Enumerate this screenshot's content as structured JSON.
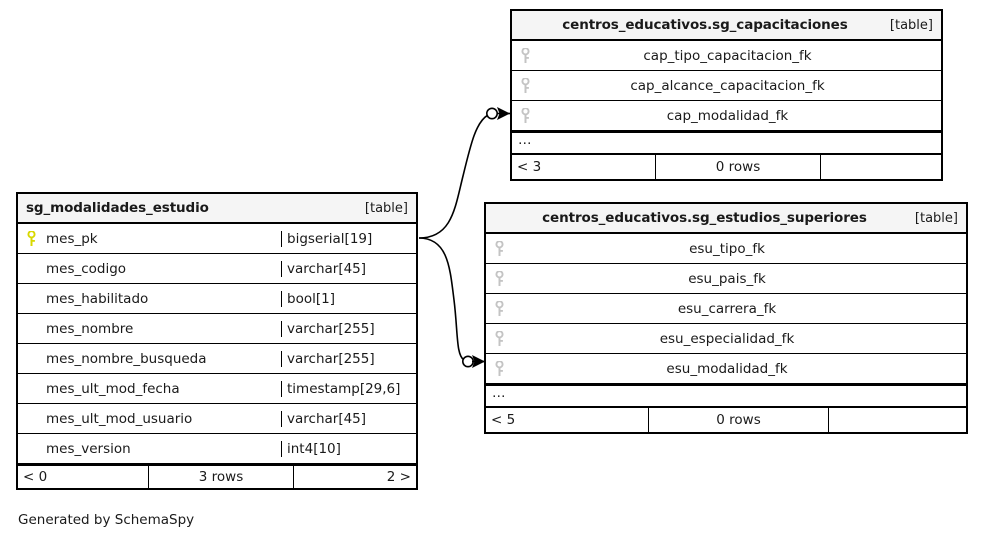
{
  "diagram": {
    "caption": "Generated by SchemaSpy",
    "table_tag": "[table]",
    "ellipsis": "…",
    "pk_icon": "key-icon",
    "fk_icon": "key-icon",
    "colors": {
      "pk_key": "#d8d800",
      "fk_key": "#c4c4c4",
      "header_bg": "#f5f5f5",
      "border": "#000000",
      "background": "#ffffff"
    }
  },
  "tables": [
    {
      "id": "main",
      "name": "sg_modalidades_estudio",
      "tag": "[table]",
      "columns": [
        {
          "name": "mes_pk",
          "type": "bigserial[19]",
          "key": "pk"
        },
        {
          "name": "mes_codigo",
          "type": "varchar[45]",
          "key": ""
        },
        {
          "name": "mes_habilitado",
          "type": "bool[1]",
          "key": ""
        },
        {
          "name": "mes_nombre",
          "type": "varchar[255]",
          "key": ""
        },
        {
          "name": "mes_nombre_busqueda",
          "type": "varchar[255]",
          "key": ""
        },
        {
          "name": "mes_ult_mod_fecha",
          "type": "timestamp[29,6]",
          "key": ""
        },
        {
          "name": "mes_ult_mod_usuario",
          "type": "varchar[45]",
          "key": ""
        },
        {
          "name": "mes_version",
          "type": "int4[10]",
          "key": ""
        }
      ],
      "footer": {
        "left": "< 0",
        "center": "3 rows",
        "right": "2 >"
      }
    },
    {
      "id": "capacitaciones",
      "name": "centros_educativos.sg_capacitaciones",
      "tag": "[table]",
      "columns": [
        {
          "name": "cap_tipo_capacitacion_fk",
          "key": "fk"
        },
        {
          "name": "cap_alcance_capacitacion_fk",
          "key": "fk"
        },
        {
          "name": "cap_modalidad_fk",
          "key": "fk"
        }
      ],
      "ellipsis": "…",
      "footer": {
        "left": "< 3",
        "center": "0 rows",
        "right": ""
      }
    },
    {
      "id": "estudios",
      "name": "centros_educativos.sg_estudios_superiores",
      "tag": "[table]",
      "columns": [
        {
          "name": "esu_tipo_fk",
          "key": "fk"
        },
        {
          "name": "esu_pais_fk",
          "key": "fk"
        },
        {
          "name": "esu_carrera_fk",
          "key": "fk"
        },
        {
          "name": "esu_especialidad_fk",
          "key": "fk"
        },
        {
          "name": "esu_modalidad_fk",
          "key": "fk"
        }
      ],
      "ellipsis": "…",
      "footer": {
        "left": "< 5",
        "center": "0 rows",
        "right": ""
      }
    }
  ],
  "relationships": [
    {
      "from": "sg_modalidades_estudio.mes_pk",
      "to": "centros_educativos.sg_capacitaciones.cap_modalidad_fk",
      "cardinality": "zero-or-many"
    },
    {
      "from": "sg_modalidades_estudio.mes_pk",
      "to": "centros_educativos.sg_estudios_superiores.esu_modalidad_fk",
      "cardinality": "zero-or-many"
    }
  ]
}
